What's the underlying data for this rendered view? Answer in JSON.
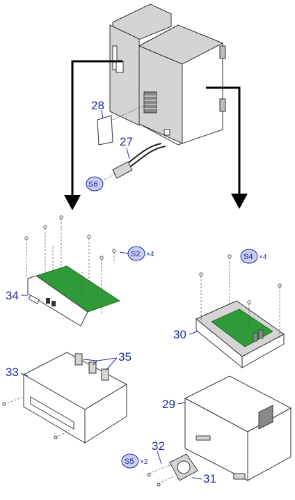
{
  "callouts": {
    "c28": "28",
    "c27": "27",
    "c34": "34",
    "c30": "30",
    "c33": "33",
    "c35": "35",
    "c29": "29",
    "c32": "32",
    "c31": "31"
  },
  "screws": {
    "s6": {
      "label": "S6"
    },
    "s2": {
      "label": "S2",
      "qty": "×4"
    },
    "s4": {
      "label": "S4",
      "qty": "×4"
    },
    "s5": {
      "label": "S5",
      "qty": "×2"
    }
  },
  "colors": {
    "callout": "#1f2a9c",
    "screw_circle_fill": "#c9cdf2",
    "pcb_green": "#2f9a3a",
    "housing_grey": "#d4d4d4",
    "arrow": "#000000"
  }
}
